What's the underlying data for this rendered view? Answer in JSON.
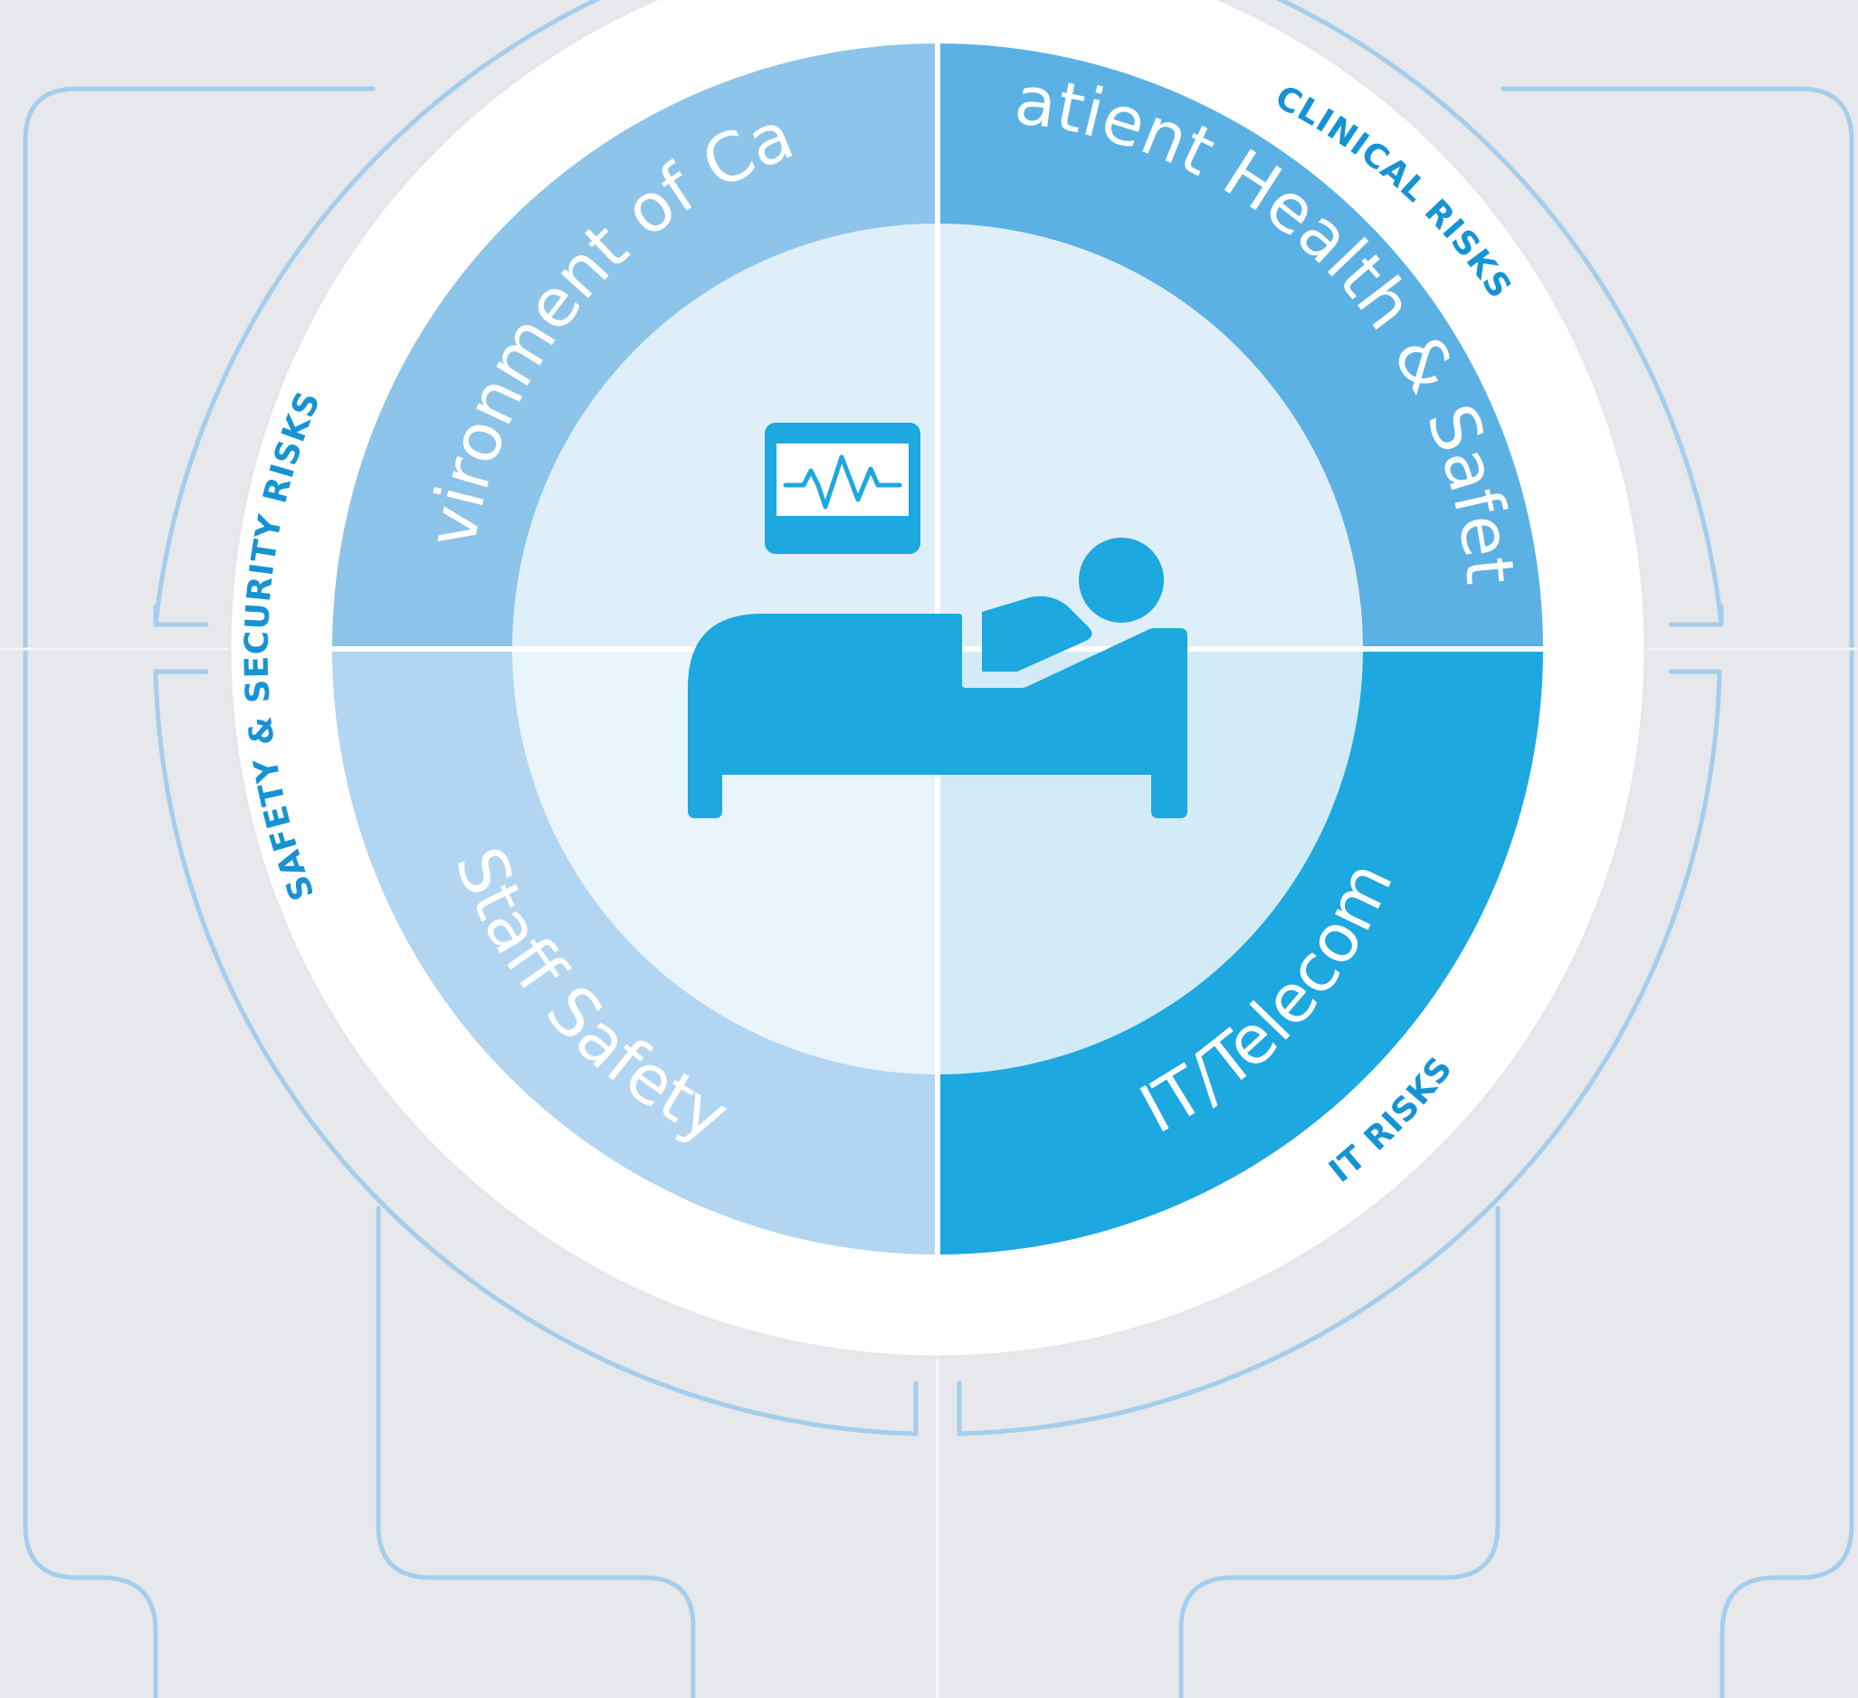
{
  "segments": {
    "environment_of_care": "Environment of Care",
    "patient_health_safety": "Patient Health & Safety",
    "staff_safety": "Staff Safety",
    "it_telecom": "IT/Telecom"
  },
  "categories": {
    "clinical_risks": "CLINICAL RISKS",
    "safety_security_risks": "SAFETY & SECURITY RISKS",
    "it_risks": "IT RISKS"
  },
  "icons": [
    "heart-monitor-icon",
    "patient-in-bed-icon"
  ],
  "colors": {
    "background": "#e6e8eb",
    "outline": "#a5cdec",
    "outer_ring": "#ffffff",
    "environment_of_care": "#8dc4e9",
    "patient_health_safety": "#5cb1e4",
    "staff_safety": "#b2d6f1",
    "it_telecom": "#1da8df",
    "inner_top_left": "#dfeff9",
    "inner_top_right": "#dfeff9",
    "inner_bottom_left": "#eaf4fb",
    "inner_bottom_right": "#d2ebf7",
    "icon": "#1da8df",
    "label_text": "#ffffff",
    "category_text": "#1693d3"
  }
}
